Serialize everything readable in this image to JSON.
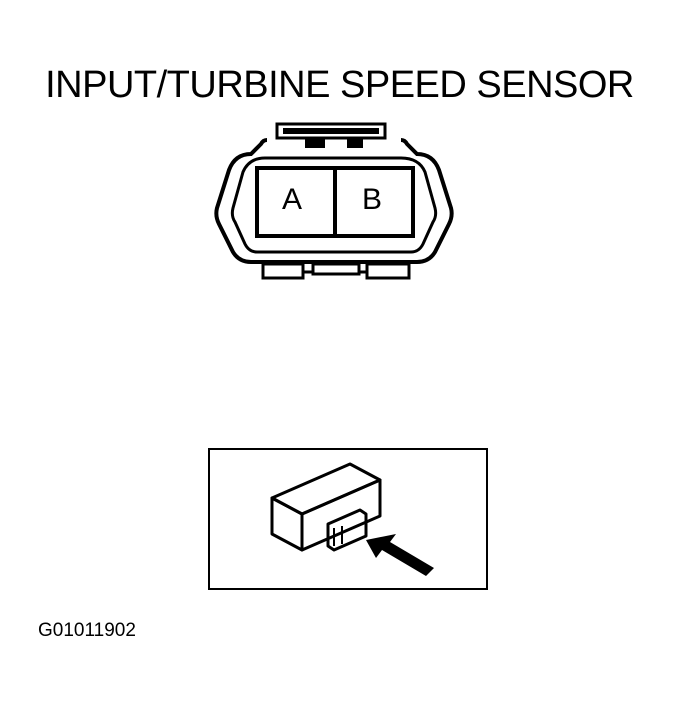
{
  "title": "INPUT/TURBINE SPEED SENSOR",
  "connector": {
    "pins": [
      "A",
      "B"
    ]
  },
  "figure_id": "G01011902",
  "colors": {
    "ink": "#000000",
    "background": "#ffffff"
  },
  "icons": [
    "connector-face-icon",
    "connector-body-icon",
    "view-direction-arrow-icon"
  ]
}
